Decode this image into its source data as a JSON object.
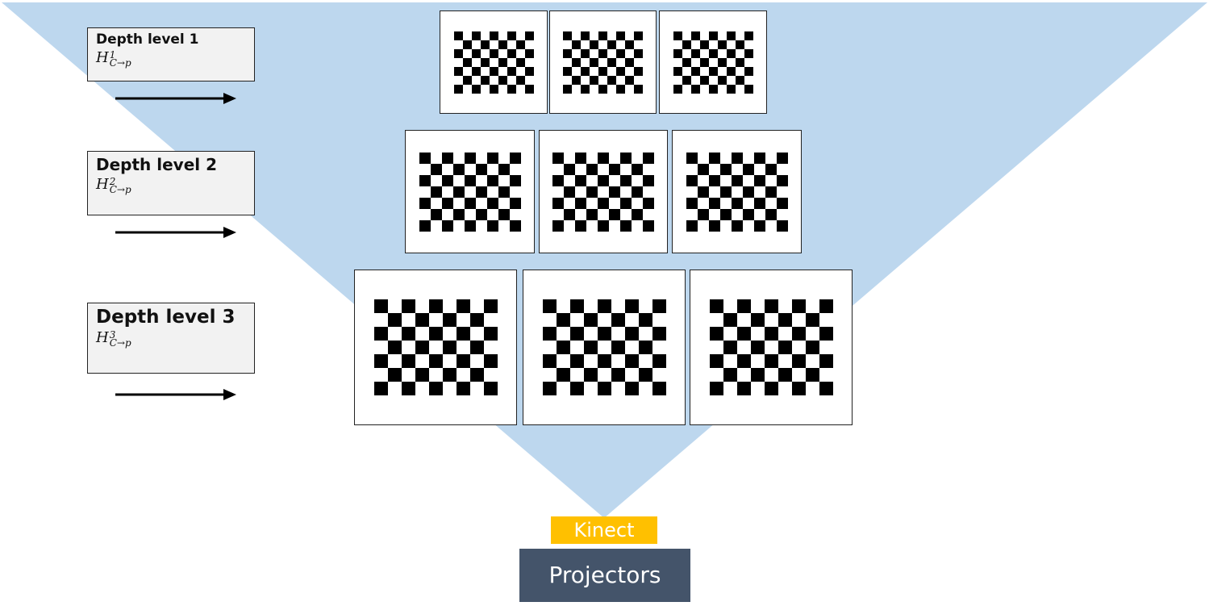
{
  "colors": {
    "cone": "#bdd7ee",
    "kinect": "#ffc000",
    "projectors": "#44546a",
    "label_bg": "#f2f2f2",
    "square": "#000000"
  },
  "levels": [
    {
      "title": "Depth level 1",
      "eq_base": "H",
      "eq_sup": "1",
      "eq_sub": "C→p",
      "boards": 3
    },
    {
      "title": "Depth level 2",
      "eq_base": "H",
      "eq_sup": "2",
      "eq_sub": "C→p",
      "boards": 3
    },
    {
      "title": "Depth level 3",
      "eq_base": "H",
      "eq_sup": "3",
      "eq_sub": "C→p",
      "boards": 3
    }
  ],
  "checkerboard": {
    "cols": 9,
    "rows": 7
  },
  "kinect_label": "Kinect",
  "projectors_label": "Projectors"
}
